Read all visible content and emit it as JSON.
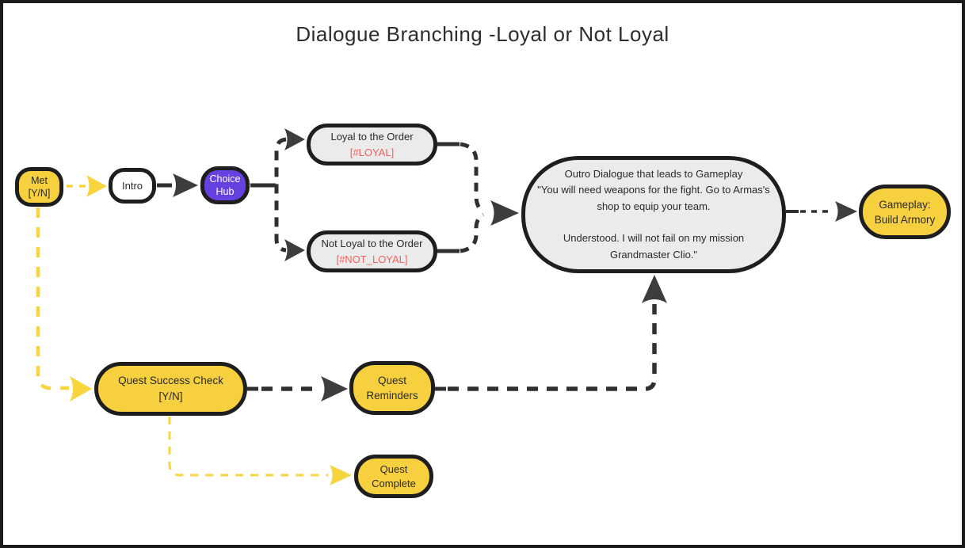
{
  "title": "Dialogue Branching -Loyal or Not Loyal",
  "colors": {
    "node_yellow": "#f7d03f",
    "node_purple": "#6740e2",
    "node_gray": "#ebebeb",
    "node_white": "#ffffff",
    "node_border": "#1e1e1e",
    "tag_red": "#f0635e",
    "wire_dark": "#303030",
    "arrow_dark": "#3d3d3d",
    "wire_yellow": "#f8d43f",
    "background": "#ffffff"
  },
  "nodes": {
    "met": {
      "line1": "Met",
      "line2": "[Y/N]"
    },
    "intro": {
      "label": "Intro"
    },
    "choice_hub": {
      "line1": "Choice",
      "line2": "Hub"
    },
    "loyal": {
      "label": "Loyal to the Order",
      "tag": "[#LOYAL]"
    },
    "not_loyal": {
      "label": "Not Loyal to the Order",
      "tag": "[#NOT_LOYAL]"
    },
    "outro": {
      "line1": "Outro Dialogue that leads to Gameplay",
      "line2": "\"You will need weapons for the fight. Go to Armas's shop to equip your team.",
      "line3": "Understood. I will not fail on my mission Grandmaster Clio.\""
    },
    "gameplay": {
      "line1": "Gameplay:",
      "line2": "Build Armory"
    },
    "quest_success_check": {
      "line1": "Quest Success Check",
      "line2": "[Y/N]"
    },
    "quest_reminders": {
      "line1": "Quest",
      "line2": "Reminders"
    },
    "quest_complete": {
      "line1": "Quest",
      "line2": "Complete"
    }
  }
}
